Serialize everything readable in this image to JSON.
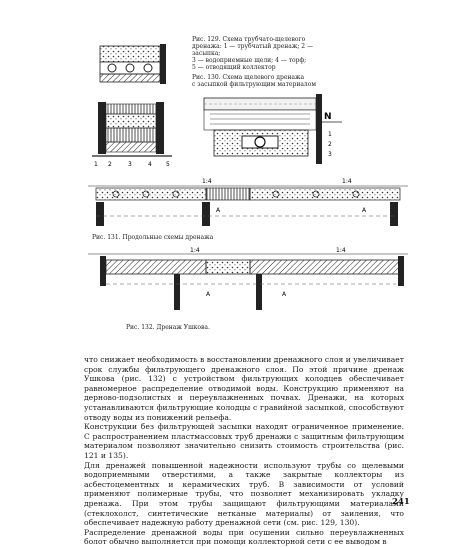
{
  "fig_top_left": {
    "caption_lines": [
      "Рис. 129. Схема трубчато-щелевого",
      "дренажа: 1 — трубчатый дренаж; 2 — засыпка;",
      "3 — водоприемные щели; 4 — торф;",
      "5 — отводящий коллектор"
    ],
    "labels": [
      "1",
      "2",
      "3",
      "4",
      "5"
    ]
  },
  "fig_top_right": {
    "caption_lines": [
      "Рис. 130. Схема щелевого дренажа",
      "с засыпкой фильтрующим материалом"
    ],
    "labels": [
      "1",
      "2",
      "3",
      "N"
    ]
  },
  "fig_middle": {
    "caption": "Рис. 131. Продольные схемы дренажа",
    "dims": [
      "1:4",
      "1:4"
    ],
    "labels": [
      "A",
      "A"
    ]
  },
  "fig_bottom": {
    "caption": "Рис. 132. Дренаж Ушкова.",
    "dims": [
      "1:4",
      "1:4"
    ],
    "labels": [
      "A",
      "A"
    ]
  },
  "body_text": [
    "что снижает необходимость в восстановлении дренажного слоя и увеличивает срок службы фильтрующего дренажного слоя. По этой причине дренаж Ушкова (рис. 132) с устройством фильтрующих колодцев обеспечивает равномерное распределение отводимой воды. Конструкцию применяют на дерново-подзолистых и переувлажненных почвах. Дренажи, на которых устанавливаются фильтрующие колодцы с гравийной засыпкой, способствуют отводу воды из понижений рельефа.",
    "Конструкции без фильтрующей засыпки находят ограниченное применение. С распространением пластмассовых труб дренажи с защитным фильтрующим материалом позволяют значительно снизить стоимость строительства (рис. 121 и 135).",
    "Для дренажей повышенной надежности используют трубы со щелевыми водоприемными отверстиями, а также закрытые коллекторы из асбестоцементных и керамических труб. В зависимости от условий применяют полимерные трубы, что позволяет механизировать укладку дренажа. При этом трубы защищают фильтрующими материалами (стеклохолст, синтетические нетканые материалы) от заиления, что обеспечивает надежную работу дренажной сети (см. рис. 129, 130).",
    "Распределение дренажной воды при осушении сильно переувлажненных болот обычно выполняется при помощи коллекторной сети с ее выводом в"
  ],
  "page_number": "241"
}
